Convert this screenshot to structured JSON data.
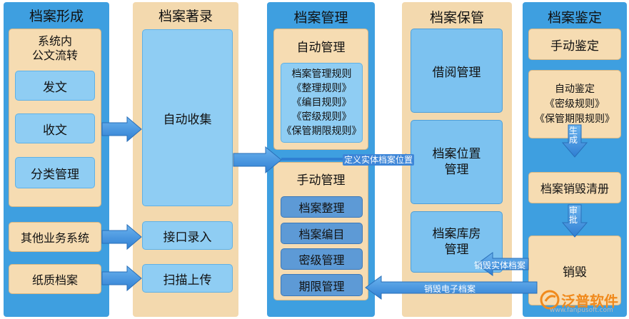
{
  "columns": [
    {
      "title": "档案形成"
    },
    {
      "title": "档案著录"
    },
    {
      "title": "档案管理"
    },
    {
      "title": "档案保管"
    },
    {
      "title": "档案鉴定"
    }
  ],
  "formation": {
    "group_title": "系统内\n公文流转",
    "items": [
      "发文",
      "收文",
      "分类管理"
    ],
    "other_system": "其他业务系统",
    "paper": "纸质档案"
  },
  "catalog": {
    "auto_collect": "自动收集",
    "interface_input": "接口录入",
    "scan_upload": "扫描上传"
  },
  "management": {
    "auto_title": "自动管理",
    "auto_rules": "档案管理规则\n《整理规则》\n《编目规则》\n《密级规则》\n《保管期限规则》",
    "manual_title": "手动管理",
    "manual_items": [
      "档案整理",
      "档案编目",
      "密级管理",
      "期限管理"
    ]
  },
  "storage": {
    "borrow": "借阅管理",
    "location": "档案位置\n管理",
    "warehouse": "档案库房\n管理"
  },
  "appraisal": {
    "manual": "手动鉴定",
    "auto": "自动鉴定\n《密级规则》\n《保管期限规则》",
    "generate": "生成",
    "destroy_list": "档案销毁清册",
    "approve": "审批",
    "destroy": "销毁"
  },
  "flows": {
    "define_location": "定义实体档案位置",
    "destroy_physical": "销毁实体档案",
    "destroy_electronic": "销毁电子档案"
  },
  "brand": {
    "name": "泛普软件",
    "url": "www.fanpusoft.com"
  },
  "colors": {
    "column_blue": "#3e9fe0",
    "column_tan": "#f3d9ae",
    "arrow_blue": "#3d8fe0"
  }
}
